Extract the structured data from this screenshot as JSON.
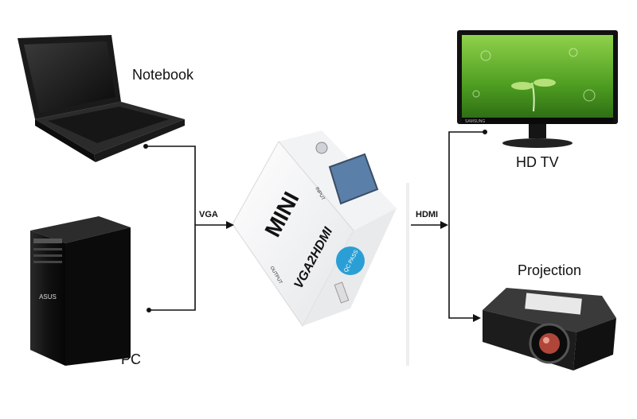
{
  "devices": {
    "notebook": "Notebook",
    "pc": "PC",
    "hdtv": "HD TV",
    "projection": "Projection"
  },
  "connections": {
    "input": "VGA",
    "output": "HDMI"
  },
  "adapter": {
    "brand": "MINI",
    "model": "VGA2HDMI",
    "input_port_label": "INPUT",
    "output_port_label": "OUTPUT",
    "qc_badge": "QC PASS"
  },
  "pc_brand": "ASUS",
  "tv_brand": "SAMSUNG",
  "colors": {
    "line": "#111111",
    "screen_green": "#5fae2a",
    "badge_blue": "#2a9fd6"
  }
}
